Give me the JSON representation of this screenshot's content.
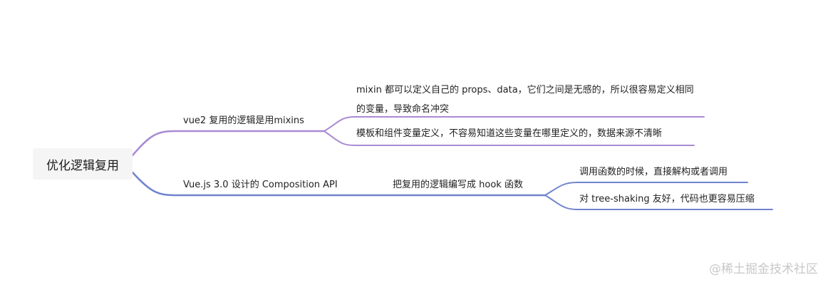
{
  "root": {
    "label": "优化逻辑复用"
  },
  "branch_vue2": {
    "label": "vue2 复用的逻辑是用mixins",
    "children": [
      {
        "label": "mixin 都可以定义自己的 props、data，它们之间是无感的，所以很容易定义相同的变量，导致命名冲突"
      },
      {
        "label": "模板和组件变量定义，不容易知道这些变量在哪里定义的，数据来源不清晰"
      }
    ]
  },
  "branch_vue3": {
    "label": "Vue.js 3.0 设计的 Composition API",
    "sub": {
      "label": "把复用的逻辑编写成 hook 函数",
      "children": [
        {
          "label": "调用函数的时候，直接解构或者调用"
        },
        {
          "label": "对 tree-shaking 友好，代码也更容易压缩"
        }
      ]
    }
  },
  "colors": {
    "purple_branch": "#a98bd3",
    "blue_branch": "#7083cf"
  },
  "watermark": "@稀土掘金技术社区"
}
